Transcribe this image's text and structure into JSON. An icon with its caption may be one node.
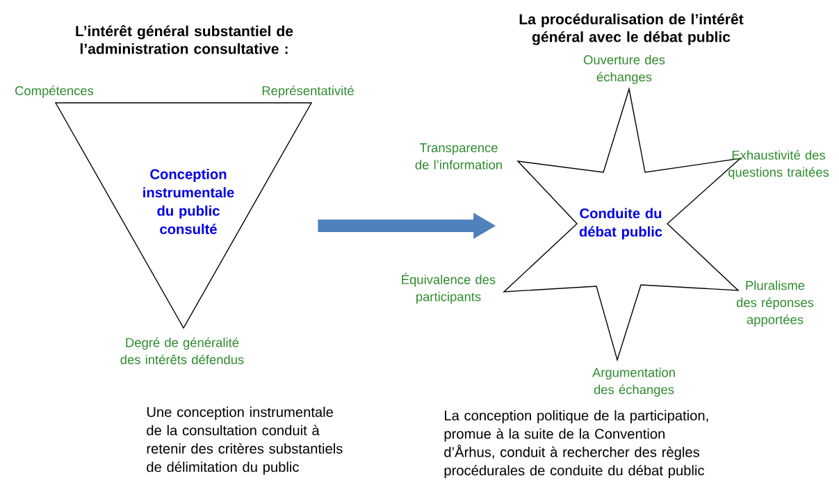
{
  "diagram": {
    "nodes": [
      {
        "text": [
          "Conception instrumentale du public consulté"
        ],
        "beside": [
          "Compétences",
          "Représentativité",
          "Degré de généralité des intérêts défendus"
        ]
      },
      {
        "text": [
          "Conduite du débat public"
        ],
        "beside": [
          "Ouverture des échanges",
          "Transparence de l’information",
          "Exhaustivité des questions traitées",
          "Équivalence des participants",
          "Pluralisme des réponses apportées",
          "Argumentation des échanges"
        ]
      }
    ],
    "edges": [
      {
        "from": 0,
        "to": 1,
        "arrow": "to"
      }
    ],
    "labels": [
      "L’intérêt général substantiel de l’administration consultative :",
      "La procéduralisation de l’intérêt général avec le débat public",
      "Une conception instrumentale de la consultation conduit à retenir des critères substantiels de délimitation du public",
      "La conception politique de la participation, promue à la suite de la Convention d’Århus, conduit à rechercher des règles procédurales de conduite du débat public"
    ]
  }
}
